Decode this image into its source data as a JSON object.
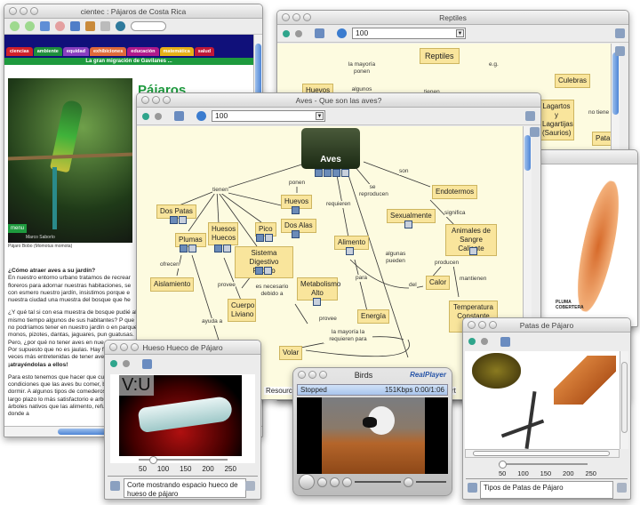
{
  "browser": {
    "title": "cientec : Pájaros de Costa Rica",
    "nav_tabs": [
      {
        "label": "ciencias",
        "color": "#d0202a"
      },
      {
        "label": "ambiente",
        "color": "#1e8f3c"
      },
      {
        "label": "equidad",
        "color": "#8a3fc0"
      },
      {
        "label": "exhibiciones",
        "color": "#e06a3a"
      },
      {
        "label": "educación",
        "color": "#b01a8c"
      },
      {
        "label": "matemática",
        "color": "#e8b018"
      },
      {
        "label": "salud",
        "color": "#c01838"
      }
    ],
    "banner": "La gran migración de Gavilanes ...",
    "page_title": "Pájaros",
    "menu_label": "menu",
    "photo_credit": "Marco Saborío",
    "photo_caption": "Pájaro Bobo (Momotus momota)",
    "section_heading": "¿Cómo atraer aves a su jardín?",
    "paragraphs": [
      "En nuestro entorno urbano tratamos de recrear floreros para adornar nuestras habitaciones, se con esmero nuestro jardín, insistimos porque e nuestra ciudad una muestra del bosque que he",
      "¿Y qué tal si con esa muestra de bosque pudié al mismo tiempo algunos de sus habitantes? P que no podríamos tener en nuestro jardín o en parques monos, pizotes, dantas, jaguares, pun guatusas. Pero, ¿por qué no tener aves en nue y jardines? Por supuesto que no es jaulas. Hay formas mil veces más entretenidas de tener aves en nues",
      "¡atrayéndolas a ellos!",
      "Para esto tenemos que hacer que cuatro condiciones que las aves bu comer, beber, anidar y dormir. A algunos tipos de comederos, bebec a largo plazo lo más satisfactorio e arbustos y árboles nativos que las alimento, refugio y lugares donde a"
    ]
  },
  "reptiles_window": {
    "title": "Reptiles",
    "zoom": "100",
    "nodes": [
      "Reptiles",
      "Huevos",
      "Culebras",
      "Lagartos y Lagartijas (Saurios)",
      "Pata"
    ],
    "links": [
      "la mayoría ponen",
      "algunos son",
      "tienen",
      "e.g.",
      "no tiene"
    ]
  },
  "aves_window": {
    "title": "Aves - Que son las aves?",
    "zoom": "100",
    "root": "Aves",
    "nodes": {
      "dos_patas": "Dos Patas",
      "plumas": "Plumas",
      "huesos_huecos": "Huesos Huecos",
      "pico": "Pico",
      "dos_alas": "Dos Alas",
      "huevos": "Huevos",
      "sistema_digestivo": "Sistema Digestivo Rápido",
      "aislamiento": "Aislamiento",
      "cuerpo_liviano": "Cuerpo Liviano",
      "metabolismo": "Metabolismo Alto",
      "energia": "Energía",
      "volar": "Volar",
      "alimento": "Alimento",
      "sexualmente": "Sexualmente",
      "endotermos": "Endotermos",
      "animales_sangre": "Animales de Sangre Caliente",
      "calor": "Calor",
      "temperatura": "Temperatura Constante del"
    },
    "links": {
      "tienen": "tienen",
      "ponen": "ponen",
      "requieren": "requieren",
      "se_reproducen": "se reproducen",
      "son": "son",
      "significa": "significa",
      "algunas_pueden": "algunas pueden",
      "producen": "producen",
      "mantienen": "mantienen",
      "del": "del",
      "para": "para",
      "ofrecen": "ofrecen",
      "provee1": "provee",
      "es_necesario": "es necesario debido a",
      "provee2": "provee",
      "ayuda_a": "ayuda a",
      "la_mayoria": "la mayoría la requieren para"
    }
  },
  "bone_window": {
    "title": "Hueso Hueco de Pájaro",
    "overlay": "V:U",
    "ticks": [
      "50",
      "100",
      "150",
      "200",
      "250"
    ],
    "caption": "Corte mostrando espacio hueco de hueso de pájaro"
  },
  "player_window": {
    "title": "Birds",
    "brand": "RealPlayer",
    "status": "Stopped",
    "bitrate_time": "151Kbps 0:00/1:06"
  },
  "feet_window": {
    "title": "Patas de Pájaro",
    "ticks": [
      "50",
      "100",
      "150",
      "200",
      "250"
    ],
    "caption": "Tipos de Patas de Pájaro"
  },
  "feather_window": {
    "labels": [
      "PLUMA COBERTERA"
    ]
  },
  "behind_labels": {
    "resources": "Resource",
    "part": "part"
  }
}
